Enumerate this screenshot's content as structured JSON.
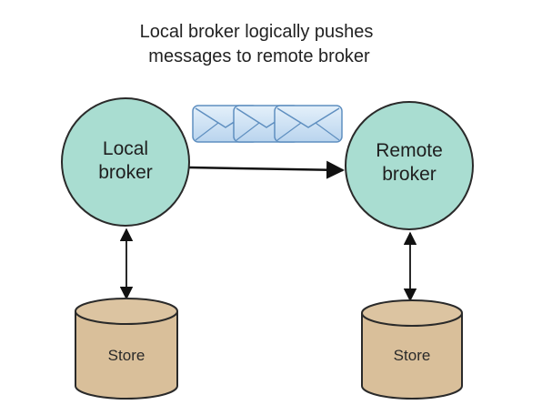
{
  "caption": {
    "line1": "Local broker logically pushes",
    "line2": "messages to remote broker"
  },
  "nodes": {
    "local": {
      "line1": "Local",
      "line2": "broker"
    },
    "remote": {
      "line1": "Remote",
      "line2": "broker"
    }
  },
  "stores": {
    "local": {
      "label": "Store"
    },
    "remote": {
      "label": "Store"
    }
  },
  "messages": {
    "count": 3,
    "icon": "envelope-icon"
  },
  "colors": {
    "broker_fill": "#a9ddd1",
    "broker_stroke": "#2a2a2a",
    "store_fill": "#d9bf9a",
    "store_stroke": "#2a2a2a",
    "envelope_fill": "#cfe3f4",
    "envelope_stroke": "#5f8fc0",
    "arrow": "#111111"
  }
}
